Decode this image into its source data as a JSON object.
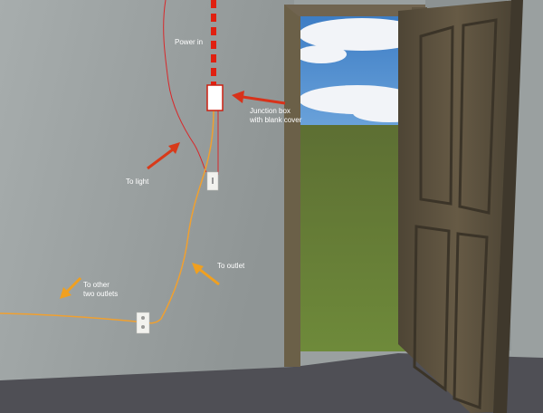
{
  "labels": {
    "power_in": "Power in",
    "junction_box": "Junction box\nwith blank cover",
    "to_light": "To light",
    "to_outlet": "To outlet",
    "to_other_outlets": "To other\ntwo outlets"
  },
  "colors": {
    "power_line": "#e02010",
    "light_wire": "#d8282a",
    "outlet_wire": "#f0a030",
    "light_arrow": "#d83a1a",
    "outlet_arrow": "#f0a020",
    "sky": "#4a88c8",
    "grass": "#5f7a34",
    "door_wood": "#5e5340",
    "floor": "#505056",
    "wall": "#9ba1a1"
  }
}
